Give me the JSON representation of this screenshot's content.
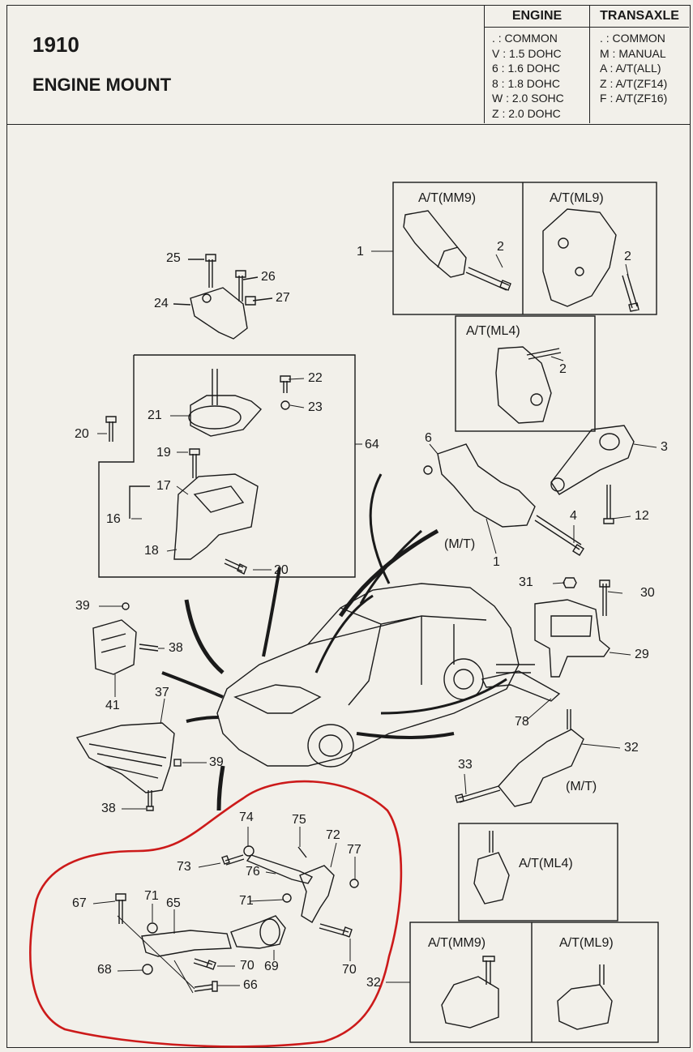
{
  "header": {
    "code": "1910",
    "title": "ENGINE MOUNT",
    "engine_heading": "ENGINE",
    "transaxle_heading": "TRANSAXLE",
    "engine_legend": [
      ". : COMMON",
      "V : 1.5 DOHC",
      "6 : 1.6 DOHC",
      "8 : 1.8 DOHC",
      "W : 2.0 SOHC",
      "Z : 2.0 DOHC"
    ],
    "transaxle_legend": [
      ". : COMMON",
      "M : MANUAL",
      "A : A/T(ALL)",
      "Z : A/T(ZF14)",
      "F : A/T(ZF16)"
    ]
  },
  "insets": {
    "at_mm9_top": "A/T(MM9)",
    "at_ml9_top": "A/T(ML9)",
    "at_ml4_top": "A/T(ML4)",
    "mt_1": "(M/T)",
    "mt_32": "(M/T)",
    "at_ml4_bottom": "A/T(ML4)",
    "at_mm9_bottom": "A/T(MM9)",
    "at_ml9_bottom": "A/T(ML9)"
  },
  "callouts": [
    "1",
    "2",
    "2",
    "2",
    "3",
    "4",
    "12",
    "6",
    "1",
    "25",
    "26",
    "27",
    "24",
    "22",
    "23",
    "21",
    "20",
    "64",
    "19",
    "17",
    "16",
    "18",
    "20",
    "31",
    "30",
    "29",
    "78",
    "32",
    "33",
    "39",
    "38",
    "41",
    "37",
    "39",
    "38",
    "74",
    "75",
    "72",
    "77",
    "73",
    "76",
    "67",
    "71",
    "65",
    "71",
    "68",
    "70",
    "69",
    "66",
    "70",
    "32"
  ],
  "highlight": {
    "color": "#cc1a1a"
  },
  "colors": {
    "ink": "#1a1a1a",
    "paper": "#f2f0ea"
  }
}
